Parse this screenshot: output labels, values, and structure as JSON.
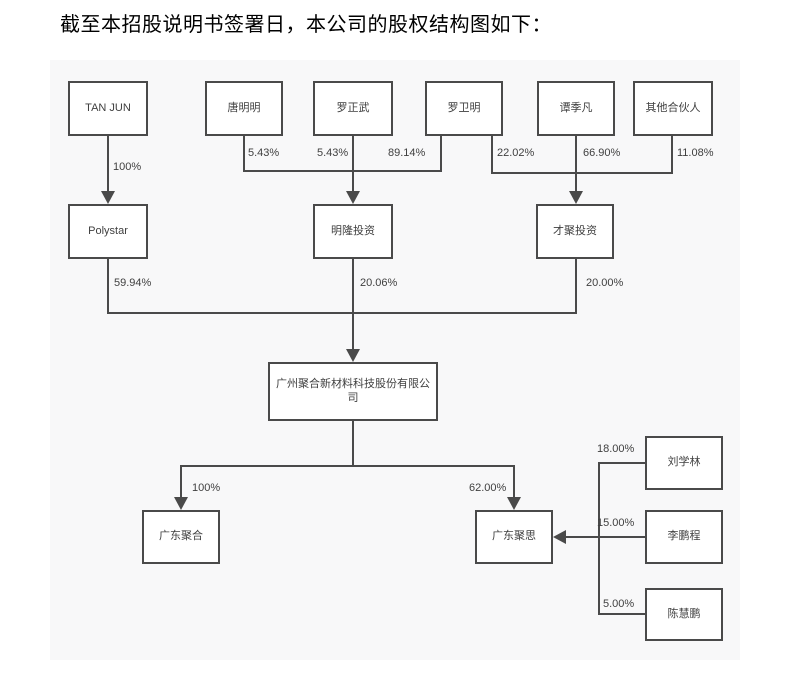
{
  "page_title": "截至本招股说明书签署日，本公司的股权结构图如下：",
  "diagram": {
    "description": "equity-structure-chart",
    "nodes": [
      {
        "id": "tan-jun",
        "label": "TAN JUN"
      },
      {
        "id": "tang-mingming",
        "label": "唐明明"
      },
      {
        "id": "luo-zhengwu",
        "label": "罗正武"
      },
      {
        "id": "luo-weiming",
        "label": "罗卫明"
      },
      {
        "id": "tan-jifan",
        "label": "谭季凡"
      },
      {
        "id": "other-partners",
        "label": "其他合伙人"
      },
      {
        "id": "polystar",
        "label": "Polystar"
      },
      {
        "id": "minglong-investment",
        "label": "明隆投资"
      },
      {
        "id": "caiju-investment",
        "label": "才聚投资"
      },
      {
        "id": "company",
        "label": "广州聚合新材料科技股份有限公司"
      },
      {
        "id": "guangdong-juhe",
        "label": "广东聚合"
      },
      {
        "id": "guangdong-jusi",
        "label": "广东聚思"
      },
      {
        "id": "liu-xuelin",
        "label": "刘学林"
      },
      {
        "id": "li-pengcheng",
        "label": "李鹏程"
      },
      {
        "id": "chen-huipeng",
        "label": "陈慧鹏"
      }
    ],
    "ownership_labels": [
      {
        "from": "TAN JUN",
        "to": "Polystar",
        "percent": "100%"
      },
      {
        "from": "唐明明",
        "to": "明隆投资",
        "percent": "5.43%"
      },
      {
        "from": "罗正武",
        "to": "明隆投资",
        "percent": "5.43%"
      },
      {
        "from": "罗卫明",
        "to": "明隆投资",
        "percent": "89.14%"
      },
      {
        "from": "罗卫明",
        "to": "才聚投资",
        "percent": "22.02%"
      },
      {
        "from": "谭季凡",
        "to": "才聚投资",
        "percent": "66.90%"
      },
      {
        "from": "其他合伙人",
        "to": "才聚投资",
        "percent": "11.08%"
      },
      {
        "from": "Polystar",
        "to": "广州聚合新材料科技股份有限公司",
        "percent": "59.94%"
      },
      {
        "from": "明隆投资",
        "to": "广州聚合新材料科技股份有限公司",
        "percent": "20.06%"
      },
      {
        "from": "才聚投资",
        "to": "广州聚合新材料科技股份有限公司",
        "percent": "20.00%"
      },
      {
        "from": "广州聚合新材料科技股份有限公司",
        "to": "广东聚合",
        "percent": "100%"
      },
      {
        "from": "广州聚合新材料科技股份有限公司",
        "to": "广东聚思",
        "percent": "62.00%"
      },
      {
        "from": "刘学林",
        "to": "广东聚思",
        "percent": "18.00%"
      },
      {
        "from": "李鹏程",
        "to": "广东聚思",
        "percent": "15.00%"
      },
      {
        "from": "陈慧鹏",
        "to": "广东聚思",
        "percent": "5.00%"
      }
    ],
    "colors": {
      "panel_background": "#f8f8f9",
      "box_border": "#4a4a4a",
      "connector_line": "#4a4a4a",
      "text": "#3f3f3f"
    }
  }
}
